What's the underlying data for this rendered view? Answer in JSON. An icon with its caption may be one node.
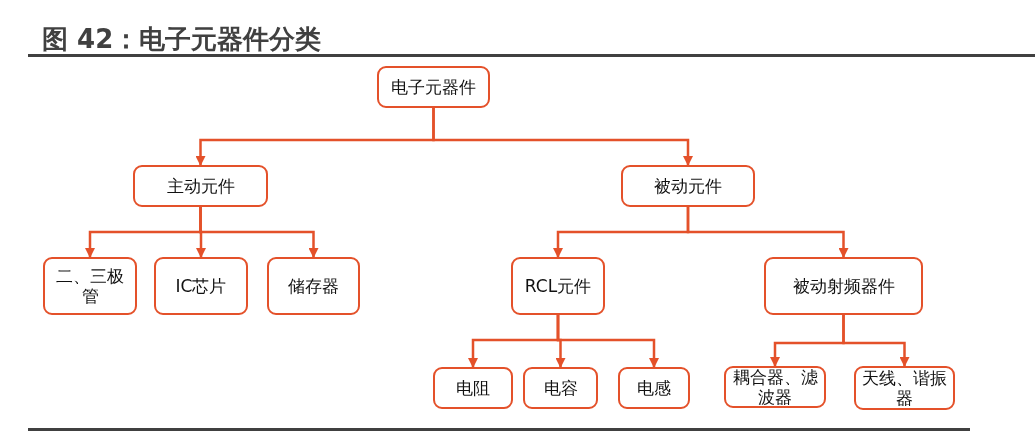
{
  "diagram": {
    "title": "图 42：电子元器件分类",
    "nodes": [
      {
        "text": [
          "电子元器件"
        ]
      },
      {
        "text": [
          "主动元件"
        ]
      },
      {
        "text": [
          "被动元件"
        ]
      },
      {
        "text": [
          "二、三极管"
        ]
      },
      {
        "text": [
          "IC芯片"
        ]
      },
      {
        "text": [
          "储存器"
        ]
      },
      {
        "text": [
          "RCL元件"
        ]
      },
      {
        "text": [
          "被动射频器件"
        ]
      },
      {
        "text": [
          "电阻"
        ]
      },
      {
        "text": [
          "电容"
        ]
      },
      {
        "text": [
          "电感"
        ]
      },
      {
        "text": [
          "耦合器、滤波器"
        ]
      },
      {
        "text": [
          "天线、谐振器"
        ]
      }
    ],
    "edges": [
      {
        "from": 0,
        "to": 1,
        "arrow": "to"
      },
      {
        "from": 0,
        "to": 2,
        "arrow": "to"
      },
      {
        "from": 1,
        "to": 3,
        "arrow": "to"
      },
      {
        "from": 1,
        "to": 4,
        "arrow": "to"
      },
      {
        "from": 1,
        "to": 5,
        "arrow": "to"
      },
      {
        "from": 2,
        "to": 6,
        "arrow": "to"
      },
      {
        "from": 2,
        "to": 7,
        "arrow": "to"
      },
      {
        "from": 6,
        "to": 8,
        "arrow": "to"
      },
      {
        "from": 6,
        "to": 9,
        "arrow": "to"
      },
      {
        "from": 6,
        "to": 10,
        "arrow": "to"
      },
      {
        "from": 7,
        "to": 11,
        "arrow": "to"
      },
      {
        "from": 7,
        "to": 12,
        "arrow": "to"
      }
    ]
  }
}
